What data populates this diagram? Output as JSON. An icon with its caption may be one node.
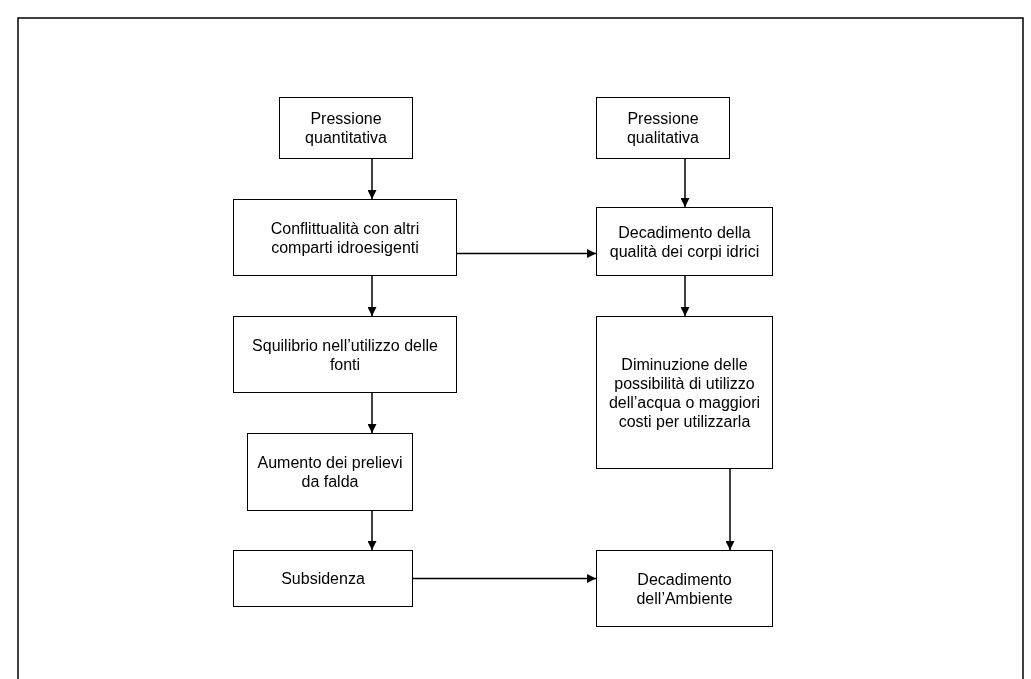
{
  "diagram": {
    "nodes": [
      {
        "text": [
          "Pressione quantitativa"
        ]
      },
      {
        "text": [
          "Pressione qualitativa"
        ]
      },
      {
        "text": [
          "Conflittualità con altri comparti idroesigenti"
        ]
      },
      {
        "text": [
          "Decadimento della qualità dei corpi idrici"
        ]
      },
      {
        "text": [
          "Squilibrio nell’utilizzo delle fonti"
        ]
      },
      {
        "text": [
          "Diminuzione delle possibilità di utilizzo dell’acqua o maggiori costi per utilizzarla"
        ]
      },
      {
        "text": [
          "Aumento dei prelievi da falda"
        ]
      },
      {
        "text": [
          "Subsidenza"
        ]
      },
      {
        "text": [
          "Decadimento dell’Ambiente"
        ]
      }
    ],
    "edges": [
      {
        "from": 0,
        "to": 2,
        "arrow": "to"
      },
      {
        "from": 1,
        "to": 3,
        "arrow": "to"
      },
      {
        "from": 2,
        "to": 3,
        "arrow": "to"
      },
      {
        "from": 2,
        "to": 4,
        "arrow": "to"
      },
      {
        "from": 3,
        "to": 5,
        "arrow": "to"
      },
      {
        "from": 4,
        "to": 6,
        "arrow": "to"
      },
      {
        "from": 5,
        "to": 8,
        "arrow": "to"
      },
      {
        "from": 6,
        "to": 7,
        "arrow": "to"
      },
      {
        "from": 7,
        "to": 8,
        "arrow": "to"
      }
    ]
  }
}
